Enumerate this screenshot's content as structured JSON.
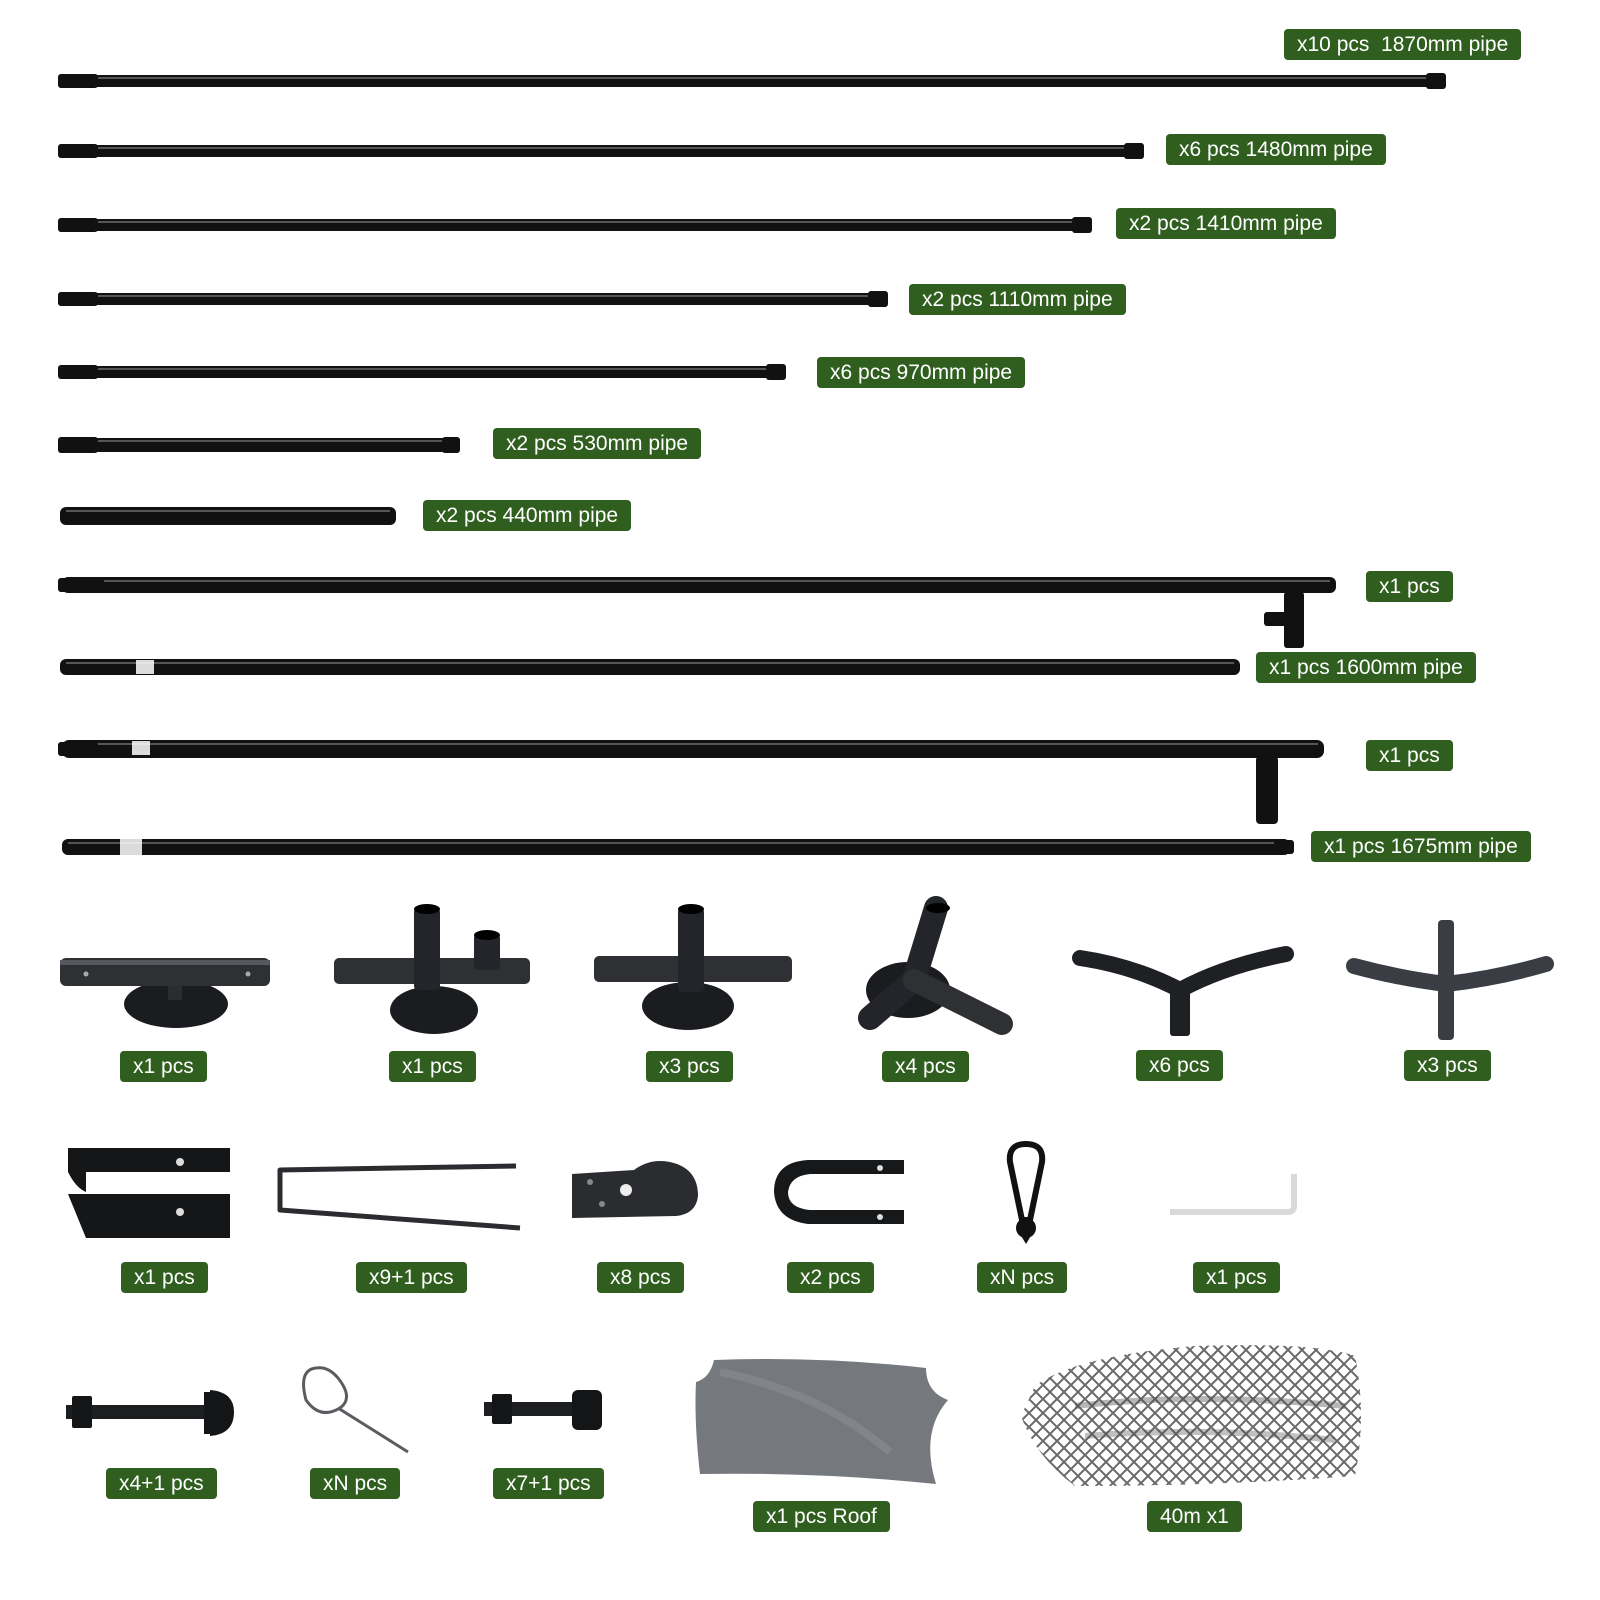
{
  "colors": {
    "label_bg": "#2f5e1f",
    "label_text": "#ffffff",
    "pipe": "#111111",
    "fitting": "#2a2c30",
    "roof": "#7a7c80"
  },
  "pipes": [
    {
      "label": "x10 pcs  1870mm pipe",
      "icon": "pipe"
    },
    {
      "label": "x6 pcs 1480mm pipe",
      "icon": "pipe"
    },
    {
      "label": "x2 pcs 1410mm pipe",
      "icon": "pipe"
    },
    {
      "label": "x2 pcs 1110mm pipe",
      "icon": "pipe"
    },
    {
      "label": "x6 pcs 970mm pipe",
      "icon": "pipe"
    },
    {
      "label": "x2 pcs 530mm pipe",
      "icon": "pipe"
    },
    {
      "label": "x2 pcs 440mm pipe",
      "icon": "pipe"
    },
    {
      "label": "x1 pcs",
      "icon": "pipe-with-short-tee"
    },
    {
      "label": "x1 pcs 1600mm pipe",
      "icon": "pipe"
    },
    {
      "label": "x1 pcs",
      "icon": "pipe-with-long-tee"
    },
    {
      "label": "x1 pcs 1675mm pipe",
      "icon": "pipe"
    }
  ],
  "fittings": [
    {
      "label": "x1 pcs",
      "icon": "base-plate-straight-connector-icon"
    },
    {
      "label": "x1 pcs",
      "icon": "base-plate-double-tee-connector-icon"
    },
    {
      "label": "x3 pcs",
      "icon": "base-plate-tee-connector-icon"
    },
    {
      "label": "x4 pcs",
      "icon": "base-plate-corner-connector-icon"
    },
    {
      "label": "x6 pcs",
      "icon": "curved-y-connector-icon"
    },
    {
      "label": "x3 pcs",
      "icon": "curved-cross-connector-icon"
    }
  ],
  "hardware": [
    {
      "label": "x1 pcs",
      "icon": "double-u-bracket-icon"
    },
    {
      "label": "x9+1 pcs",
      "icon": "ground-stake-icon"
    },
    {
      "label": "x8 pcs",
      "icon": "pipe-clamp-icon"
    },
    {
      "label": "x2 pcs",
      "icon": "u-bracket-icon"
    },
    {
      "label": "xN pcs",
      "icon": "net-hook-icon"
    },
    {
      "label": "x1 pcs",
      "icon": "hex-key-icon"
    }
  ],
  "small_parts": [
    {
      "label": "x4+1 pcs",
      "icon": "dome-head-bolt-icon"
    },
    {
      "label": "xN pcs",
      "icon": "cable-tie-icon"
    },
    {
      "label": "x7+1 pcs",
      "icon": "hex-bolt-icon"
    },
    {
      "label": "x1 pcs Roof",
      "icon": "roof-sheet-icon"
    },
    {
      "label": "40m x1",
      "icon": "net-roll-icon"
    }
  ]
}
